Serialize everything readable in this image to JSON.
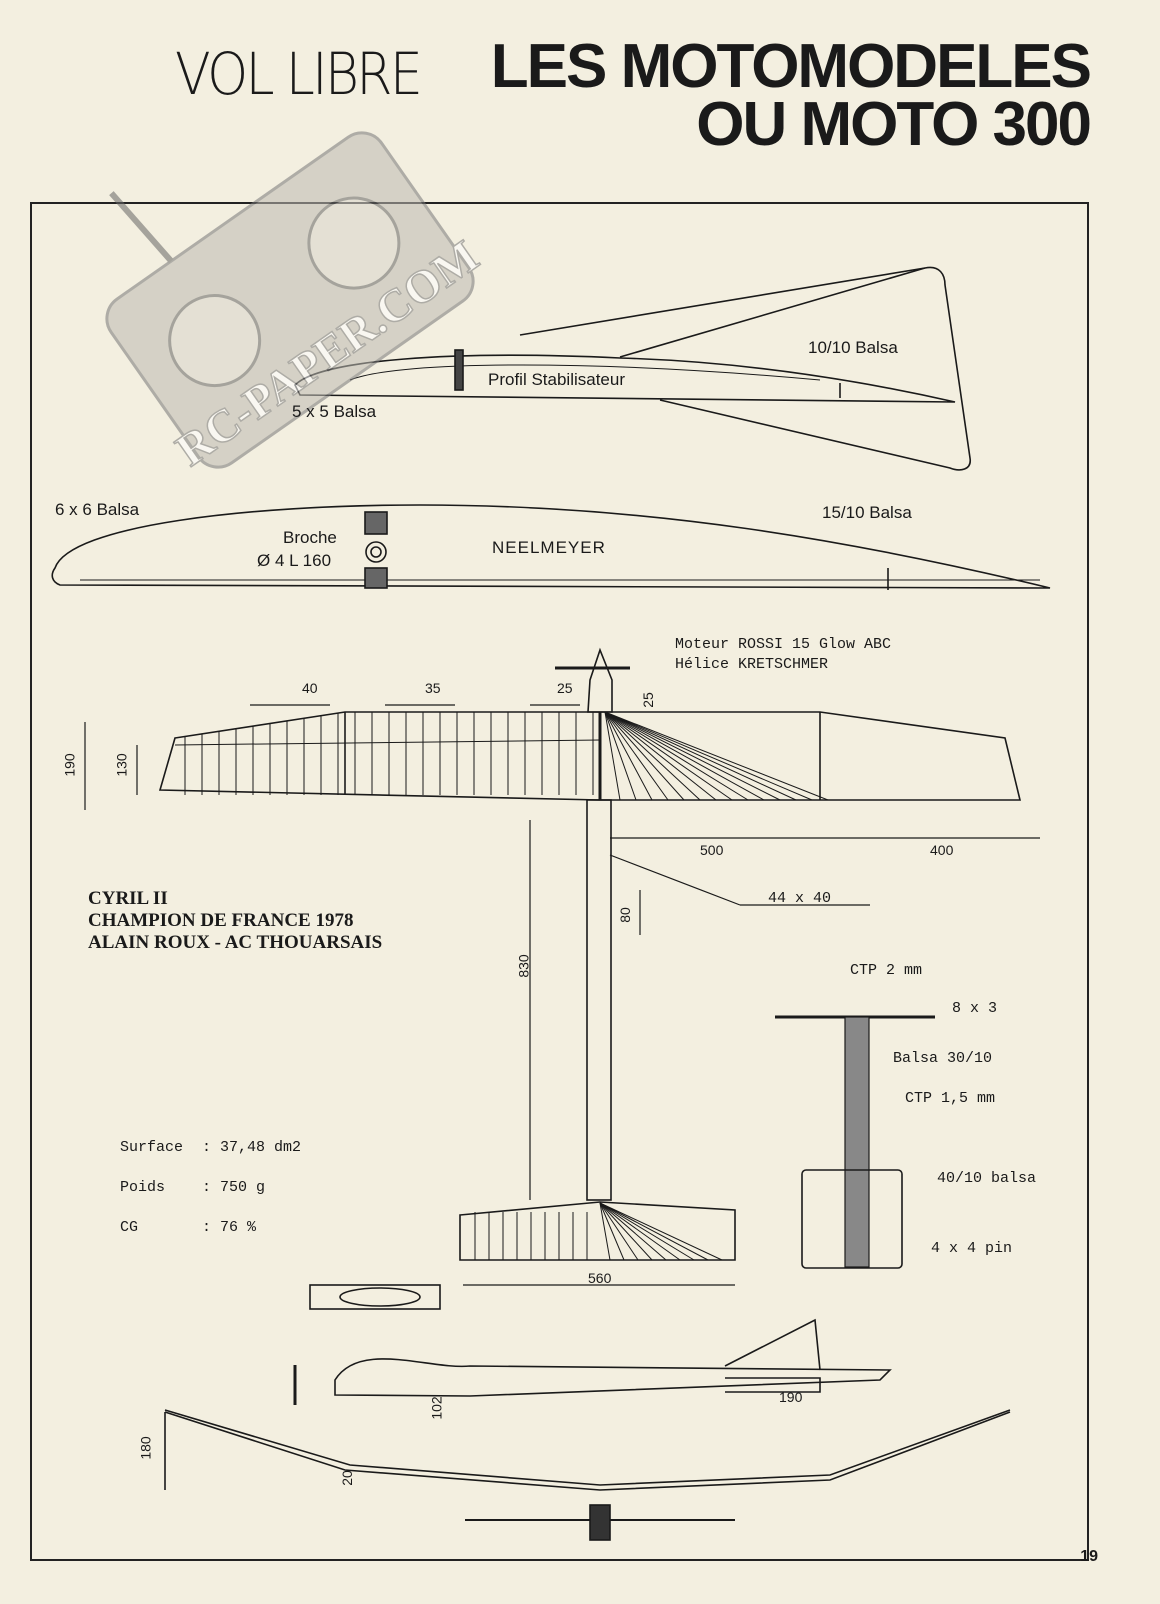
{
  "header": {
    "kicker": "VOL LIBRE",
    "title_line1": "LES MOTOMODELES",
    "title_line2": "OU MOTO 300"
  },
  "watermark": {
    "text": "RC-PAPER.COM",
    "icon": "radio-transmitter-icon"
  },
  "stab_profile": {
    "label": "Profil Stabilisateur",
    "skin": "10/10 Balsa",
    "le": "5 x 5 Balsa"
  },
  "wing_profile": {
    "name": "NEELMEYER",
    "le": "6 x 6 Balsa",
    "skin": "15/10 Balsa",
    "broche1": "Broche",
    "broche2": "Ø 4 L 160"
  },
  "engine": {
    "line1": "Moteur ROSSI 15 Glow ABC",
    "line2": "Hélice KRETSCHMER"
  },
  "dims": {
    "d40": "40",
    "d35": "35",
    "d25a": "25",
    "d25b": "25",
    "d190": "190",
    "d130": "130",
    "d500": "500",
    "d400": "400",
    "fus": "44 x 40",
    "d80": "80",
    "d830": "830",
    "d560": "560",
    "d102": "102",
    "d190b": "190",
    "d180": "180",
    "d20": "20"
  },
  "model": {
    "line1": "CYRIL II",
    "line2": "CHAMPION DE FRANCE 1978",
    "line3": "ALAIN ROUX - AC THOUARSAIS"
  },
  "specs": [
    {
      "k": "Surface",
      "v": ": 37,48 dm2"
    },
    {
      "k": "Poids",
      "v": ":  750 g"
    },
    {
      "k": "CG",
      "v": ":   76 %"
    }
  ],
  "section": {
    "ctp2": "CTP 2 mm",
    "s83": "8 x 3",
    "balsa30": "Balsa 30/10",
    "ctp15": "CTP 1,5 mm",
    "balsa40": "40/10 balsa",
    "pin": "4 x 4 pin"
  },
  "page_number": "19"
}
